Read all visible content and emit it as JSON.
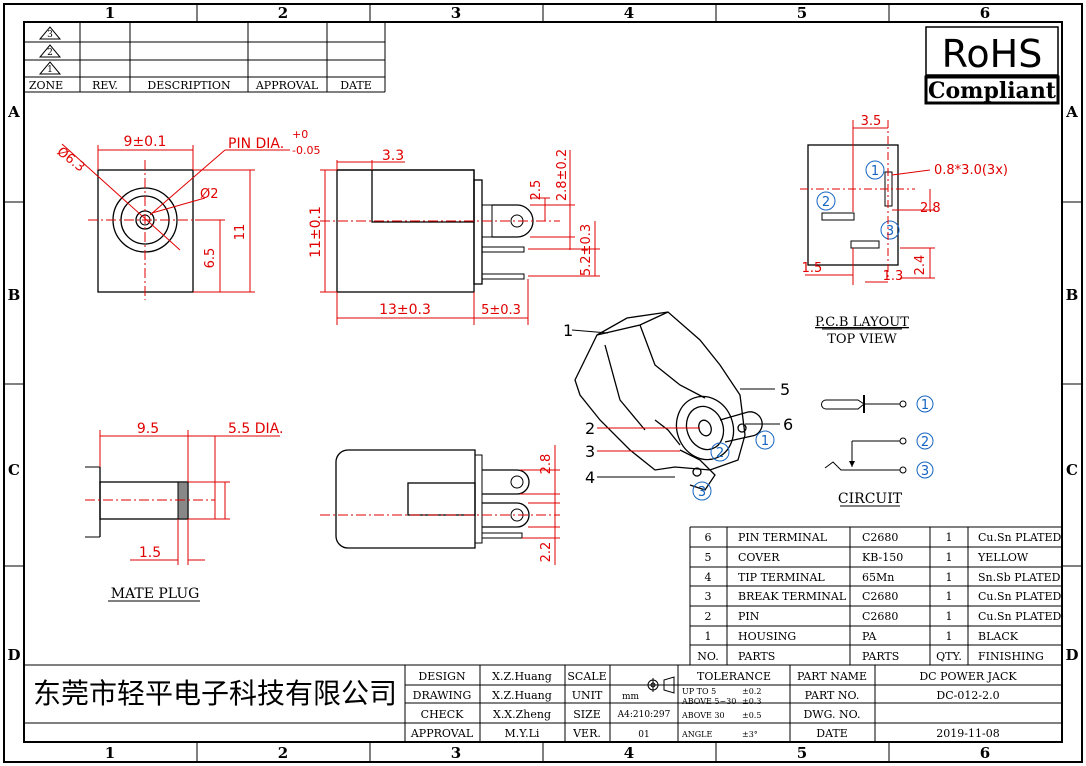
{
  "border": {
    "columns": [
      "1",
      "2",
      "3",
      "4",
      "5",
      "6"
    ],
    "rows": [
      "A",
      "B",
      "C",
      "D"
    ]
  },
  "revision_table": {
    "zones": [
      "3",
      "2",
      "1"
    ],
    "headers": [
      "ZONE",
      "REV.",
      "DESCRIPTION",
      "APPROVAL",
      "DATE"
    ]
  },
  "rohs": {
    "title": "RoHS",
    "subtitle": "Compliant"
  },
  "front_view": {
    "dia_outer": "Ø6.3",
    "width": "9±0.1",
    "pin_dia_label": "PIN  DIA.",
    "pin_tol_plus": "+0",
    "pin_tol_minus": "-0.05",
    "dia_pin": "Ø2",
    "dim_6_5": "6.5",
    "dim_11": "11"
  },
  "side_view": {
    "dim_3_3": "3.3",
    "dim_11": "11±0.1",
    "dim_2_5": "2.5",
    "dim_2_8": "2.8±0.2",
    "dim_5_2": "5.2±0.3",
    "dim_13": "13±0.3",
    "dim_5": "5±0.3"
  },
  "pcb_layout": {
    "dim_3_5": "3.5",
    "dim_pad": "0.8*3.0(3x)",
    "dim_2_8": "2.8",
    "dim_1_5": "1.5",
    "dim_1_3": "1.3",
    "dim_2_4": "2.4",
    "pins": [
      "1",
      "2",
      "3"
    ],
    "label_line1": "P.C.B  LAYOUT",
    "label_line2": "TOP  VIEW"
  },
  "iso_view": {
    "callouts": [
      "1",
      "2",
      "3",
      "4",
      "5",
      "6"
    ],
    "pins": [
      "1",
      "2",
      "3"
    ]
  },
  "mate_plug": {
    "dim_9_5": "9.5",
    "dim_dia": "5.5  DIA.",
    "dim_1_5": "1.5",
    "label": "MATE  PLUG"
  },
  "bottom_view": {
    "dim_2_8": "2.8",
    "dim_2_2": "2.2"
  },
  "circuit": {
    "pins": [
      "1",
      "2",
      "3"
    ],
    "label": "CIRCUIT"
  },
  "bom": {
    "rows": [
      [
        "6",
        "PIN TERMINAL",
        "C2680",
        "1",
        "Cu.Sn PLATED"
      ],
      [
        "5",
        "COVER",
        "KB-150",
        "1",
        "YELLOW"
      ],
      [
        "4",
        "TIP TERMINAL",
        "65Mn",
        "1",
        "Sn.Sb PLATED"
      ],
      [
        "3",
        "BREAK TERMINAL",
        "C2680",
        "1",
        "Cu.Sn PLATED"
      ],
      [
        "2",
        "PIN",
        "C2680",
        "1",
        "Cu.Sn PLATED"
      ],
      [
        "1",
        "HOUSING",
        "PA",
        "1",
        "BLACK"
      ]
    ],
    "header": [
      "NO.",
      "PARTS",
      "PARTS",
      "QTY.",
      "FINISHING"
    ]
  },
  "title_block": {
    "company": "东莞市轻平电子科技有限公司",
    "design_label": "DESIGN",
    "design": "X.Z.Huang",
    "drawing_label": "DRAWING",
    "drawing": "X.Z.Huang",
    "check_label": "CHECK",
    "check": "X.X.Zheng",
    "approval_label": "APPROVAL",
    "approval": "M.Y.Li",
    "scale_label": "SCALE",
    "unit_label": "UNIT",
    "unit": "mm",
    "size_label": "SIZE",
    "size": "A4:210:297",
    "ver_label": "VER.",
    "ver": "01",
    "tolerance_label": "TOLERANCE",
    "tol_1_label": "UP TO 5",
    "tol_1": "±0.2",
    "tol_2_label": "ABOVE 5~30",
    "tol_2": "±0.3",
    "tol_3_label": "ABOVE 30",
    "tol_3": "±0.5",
    "angle_label": "ANGLE",
    "angle": "±3°",
    "part_name_label": "PART NAME",
    "part_name": "DC POWER JACK",
    "part_no_label": "PART NO.",
    "part_no": "DC-012-2.0",
    "dwg_no_label": "DWG. NO.",
    "dwg_no": "",
    "date_label": "DATE",
    "date": "2019-11-08"
  }
}
